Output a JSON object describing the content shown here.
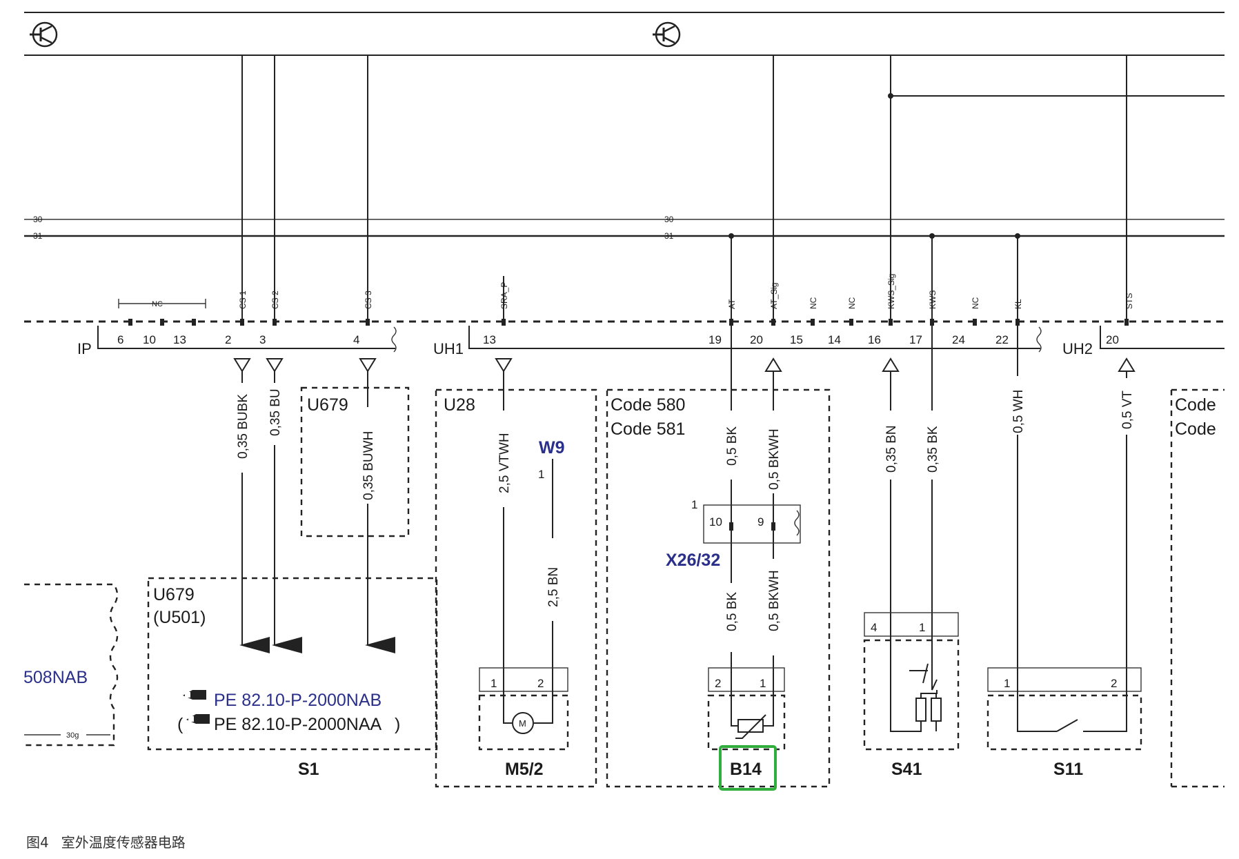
{
  "ground_symbols": [
    "ground-icon",
    "ground-icon"
  ],
  "bus_lines": [
    {
      "label_left": "30",
      "label_mid": "30"
    },
    {
      "label_left": "31",
      "label_mid": "31"
    }
  ],
  "connectors": {
    "ip": {
      "name": "IP",
      "pins": [
        "6",
        "10",
        "13",
        "2",
        "3",
        "4"
      ],
      "nc": "NC",
      "signals": [
        "CS 1",
        "CS 2",
        "CS 3"
      ]
    },
    "uh1": {
      "name": "UH1",
      "pins": [
        "13",
        "19",
        "20",
        "15",
        "14",
        "16",
        "17",
        "24",
        "22"
      ],
      "signals": [
        "SRA_P",
        "AT",
        "AT_Sig",
        "NC",
        "NC",
        "KWS_Sig",
        "KWS",
        "NC",
        "KL"
      ]
    },
    "uh2": {
      "name": "UH2",
      "pins": [
        "20"
      ],
      "signals": [
        "STS"
      ]
    }
  },
  "wires": {
    "w1": "0,35 BUBK",
    "w2": "0,35 BU",
    "w3": "0,35 BUWH",
    "w4": "2,5 VTWH",
    "w5": "2,5 BN",
    "w6": "0,5 BK",
    "w7": "0,5 BKWH",
    "w8": "0,5 BK",
    "w9": "0,5 BKWH",
    "w10": "0,35 BN",
    "w11": "0,35 BK",
    "w12": "0,5 WH",
    "w13": "0,5 VT"
  },
  "modules": {
    "u679_top": "U679",
    "u679_box": "U679",
    "u501": "(U501)",
    "ref1": "PE 82.10-P-2000NAB",
    "ref2": "PE 82.10-P-2000NAA",
    "u28": "U28",
    "code580": "Code 580",
    "code581": "Code 581",
    "code_right1": "Code",
    "code_right2": "Code",
    "left_label": "508NAB",
    "left_small": "30g",
    "w9": "W9",
    "w9_pin": "1",
    "x26": "X26/32",
    "x26_pins": [
      "1",
      "10",
      "9"
    ]
  },
  "components": {
    "s1": "S1",
    "m52": "M5/2",
    "b14": "B14",
    "s41": "S41",
    "s11": "S11",
    "m52_pins": [
      "1",
      "2"
    ],
    "m52_symbol": "M",
    "b14_pins": [
      "2",
      "1"
    ],
    "s41_pins": [
      "4",
      "1"
    ],
    "s11_pins": [
      "1",
      "2"
    ]
  },
  "highlight_color": "#2fae3c",
  "caption": {
    "figure": "图4",
    "title": "室外温度传感器电路"
  }
}
